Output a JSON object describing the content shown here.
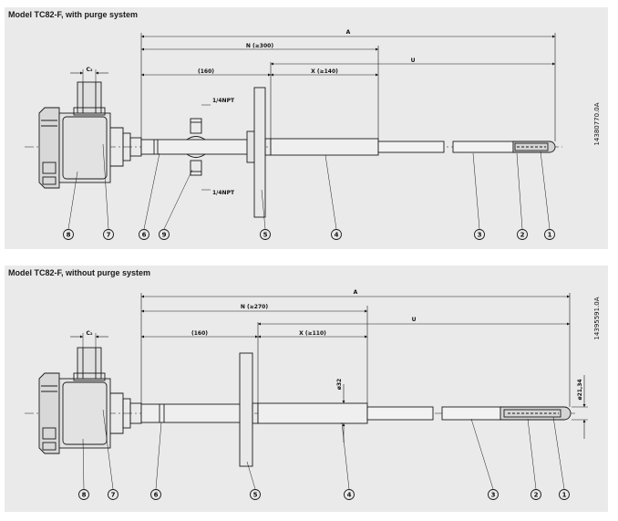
{
  "diagrams": [
    {
      "title": "Model TC82-F, with purge system",
      "doc_number": "14380770.0A",
      "dims": {
        "a": "A",
        "n": "N (≥300)",
        "u": "U",
        "x": "X (≥140)",
        "d160": "(160)",
        "c": "C₂",
        "npt_top": "1/4NPT",
        "npt_bottom": "1/4NPT"
      },
      "callouts": [
        "8",
        "7",
        "6",
        "9",
        "5",
        "4",
        "3",
        "2",
        "1"
      ]
    },
    {
      "title": "Model TC82-F, without purge system",
      "doc_number": "14395591.0A",
      "dims": {
        "a": "A",
        "n": "N (≥270)",
        "u": "U",
        "x": "X (≥110)",
        "d160": "(160)",
        "c": "C₂",
        "d32": "ø32",
        "d2134": "ø21,34"
      },
      "callouts": [
        "8",
        "7",
        "6",
        "5",
        "4",
        "3",
        "2",
        "1"
      ]
    }
  ],
  "colors": {
    "panel_bg": "#eaeaea",
    "line": "#1a1a1a"
  }
}
